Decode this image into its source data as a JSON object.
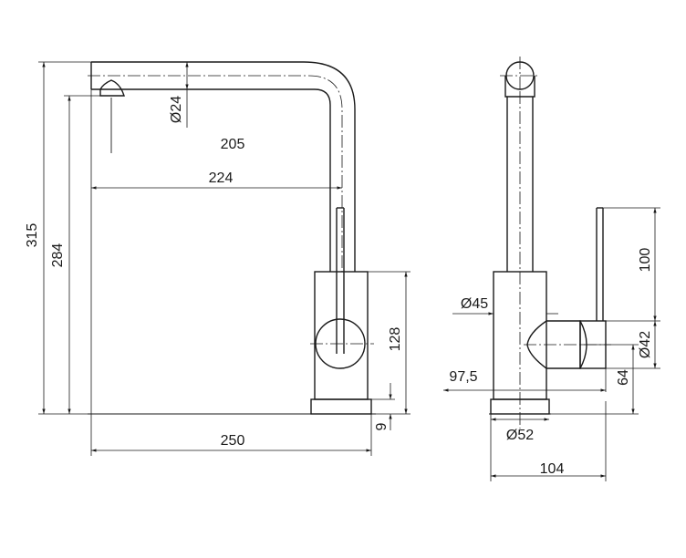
{
  "dimensions": {
    "total_height": "315",
    "spout_height": "284",
    "spout_diameter": "Ø24",
    "spout_reach_inner": "205",
    "spout_reach": "224",
    "body_height": "128",
    "base_thickness": "9",
    "overall_length": "250",
    "lever_height": "100",
    "body_diameter": "Ø45",
    "handle_diameter": "Ø42",
    "handle_offset": "97,5",
    "handle_height": "64",
    "base_diameter": "Ø52",
    "overall_depth": "104"
  }
}
